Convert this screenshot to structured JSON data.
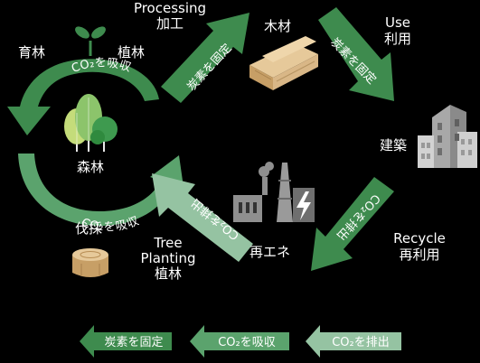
{
  "cycle": {
    "forest": "森林",
    "absorb_top": "CO₂を吸収",
    "absorb_bottom": "CO₂を吸収",
    "nurture": "育林",
    "planting_jp": "植林",
    "felling": "伐採",
    "processing_en": "Processing",
    "processing_jp": "加工",
    "timber": "木材",
    "fix_carbon_1": "炭素を固定",
    "fix_carbon_2": "炭素を固定",
    "use_en": "Use",
    "use_jp": "利用",
    "building": "建築",
    "emit_right": "CO₂を排出",
    "recycle_en": "Recycle",
    "recycle_jp": "再利用",
    "renewable": "再エネ",
    "emit_left": "CO₂を排出",
    "tree_planting_en_1": "Tree",
    "tree_planting_en_2": "Planting",
    "tree_planting_jp": "植林"
  },
  "legend": [
    {
      "label": "炭素を固定",
      "color": "#3e8b4e"
    },
    {
      "label": "CO₂を吸収",
      "color": "#5ba36d"
    },
    {
      "label": "CO₂を排出",
      "color": "#95c3a2"
    }
  ],
  "colors": {
    "dark_green": "#3e8b4e",
    "mid_green": "#5ba36d",
    "light_green": "#95c3a2",
    "icon_gray": "#888888",
    "wood": "#d9b787"
  },
  "icons": [
    "tree-icon",
    "wood-planks-icon",
    "buildings-icon",
    "power-plant-icon",
    "stump-icon"
  ]
}
